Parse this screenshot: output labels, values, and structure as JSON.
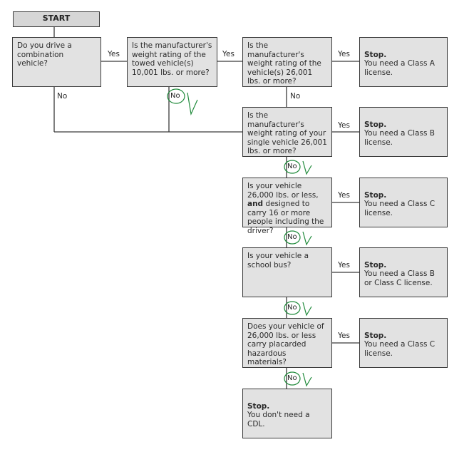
{
  "start": "START",
  "edge_labels": {
    "yes": "Yes",
    "no": "No"
  },
  "questions": {
    "combination": "Do you drive a combination vehicle?",
    "towed": "Is the manufacturer's weight rating of the towed vehicle(s) 10,001 lbs. or more?",
    "combined": "Is the manufacturer's weight rating of the vehicle(s) 26,001 lbs. or more?",
    "single": "Is the manufacturer's weight rating of your single vehicle 26,001 lbs. or more?",
    "passengers_pre": "Is your vehicle 26,000 lbs. or less, ",
    "passengers_bold": "and",
    "passengers_post": " designed to carry 16 or more people including the driver?",
    "school_bus": "Is your vehicle a school bus?",
    "hazmat": "Does your vehicle of 26,000 lbs. or less carry placarded hazardous materials?"
  },
  "results": {
    "stop_label": "Stop.",
    "class_a": "You need a Class A license.",
    "class_b": "You need a Class B license.",
    "class_c1": "You need a Class C license.",
    "class_bc": "You need a Class B or Class C license.",
    "class_c2": "You need a Class C license.",
    "no_cdl": "You don't need a CDL."
  },
  "colors": {
    "box_fill": "#e2e2e2",
    "line": "#3a3a3a",
    "annotation": "#1f8a3a"
  }
}
